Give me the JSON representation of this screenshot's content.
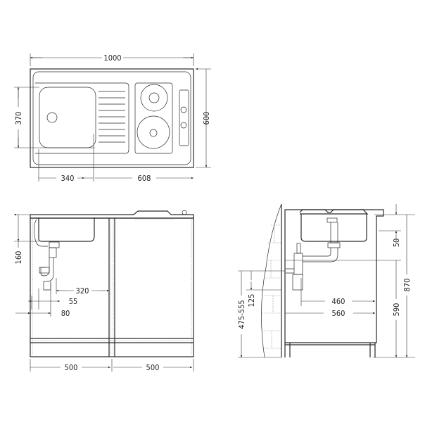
{
  "top_view": {
    "width_total": "1000",
    "depth_total": "600",
    "bowl_depth": "370",
    "bowl_width": "340",
    "right_section": "608"
  },
  "front_view": {
    "bowl_height": "160",
    "drain_to_cabinet": "320",
    "trap_offset": "55",
    "drain_offset": "80",
    "cabinet_left": "500",
    "cabinet_right": "500"
  },
  "side_view": {
    "counter_height_top": "50",
    "total_height": "870",
    "cabinet_height": "590",
    "drain_depth": "460",
    "cabinet_depth": "560",
    "outlet_height_range": "475-555",
    "outlet_spacing": "125"
  }
}
